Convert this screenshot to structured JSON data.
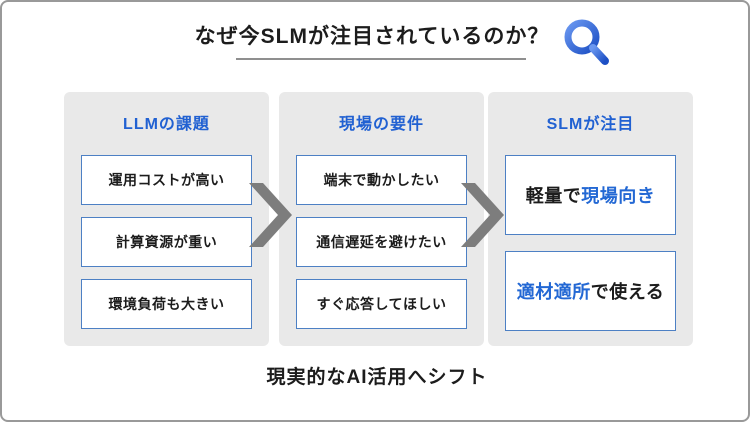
{
  "title": {
    "text": "なぜ今SLMが注目されているのか？"
  },
  "icons": {
    "title_icon": "magnifier-icon",
    "flow_arrow": "chevron-right-icon"
  },
  "columns": [
    {
      "header": "LLMの課題",
      "items": [
        "運用コストが高い",
        "計算資源が重い",
        "環境負荷も大きい"
      ]
    },
    {
      "header": "現場の要件",
      "items": [
        "端末で動かしたい",
        "通信遅延を避けたい",
        "すぐ応答してほしい"
      ]
    },
    {
      "header": "SLMが注目",
      "items": [
        {
          "segments": [
            {
              "text": "軽量で",
              "color": "black"
            },
            {
              "text": "現場向き",
              "color": "blue"
            }
          ]
        },
        {
          "segments": [
            {
              "text": "適材適所",
              "color": "blue"
            },
            {
              "text": "で使える",
              "color": "black"
            }
          ]
        }
      ]
    }
  ],
  "footer": {
    "text": "現実的なAI活用へシフト"
  },
  "colors": {
    "header_blue": "#2161d2",
    "highlight_blue": "#2368d4",
    "box_border_blue": "#4d80c4",
    "panel_gray": "#e9e9e9",
    "arrow_gray": "#7d7d7d",
    "text_black": "#1c1c1c",
    "frame_border": "#999999",
    "underline_gray": "#8f8f8f"
  }
}
